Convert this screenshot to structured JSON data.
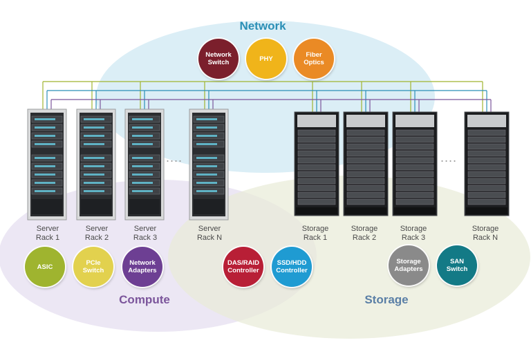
{
  "regions": {
    "network": {
      "label": "Network",
      "color": "#2a8fb6"
    },
    "compute": {
      "label": "Compute",
      "color": "#7b559b"
    },
    "storage": {
      "label": "Storage",
      "color": "#5a7fa6"
    }
  },
  "network_components": [
    {
      "label": "Network\nSwitch",
      "color": "#7b1f2c"
    },
    {
      "label": "PHY",
      "color": "#f0b41a"
    },
    {
      "label": "Fiber\nOptics",
      "color": "#ea8a25"
    }
  ],
  "compute_components": [
    {
      "label": "ASIC",
      "color": "#9fb42f"
    },
    {
      "label": "PCIe\nSwitch",
      "color": "#e2d14e"
    },
    {
      "label": "Network\nAdapters",
      "color": "#6d3f93"
    }
  ],
  "shared_components": [
    {
      "label": "DAS/RAID\nController",
      "color": "#b81f36"
    },
    {
      "label": "SSD/HDD\nController",
      "color": "#1f9bd2"
    }
  ],
  "storage_components": [
    {
      "label": "Storage\nAdapters",
      "color": "#8a8a8a"
    },
    {
      "label": "SAN\nSwitch",
      "color": "#137a86"
    }
  ],
  "server_racks": [
    {
      "label": "Server\nRack 1"
    },
    {
      "label": "Server\nRack 2"
    },
    {
      "label": "Server\nRack 3"
    },
    {
      "label": "Server\nRack N"
    }
  ],
  "storage_racks": [
    {
      "label": "Storage\nRack 1"
    },
    {
      "label": "Storage\nRack 2"
    },
    {
      "label": "Storage\nRack 3"
    },
    {
      "label": "Storage\nRack N"
    }
  ],
  "ellipsis": "....",
  "cable_colors": [
    "#9fb42f",
    "#2a8fb6",
    "#7b559b"
  ]
}
